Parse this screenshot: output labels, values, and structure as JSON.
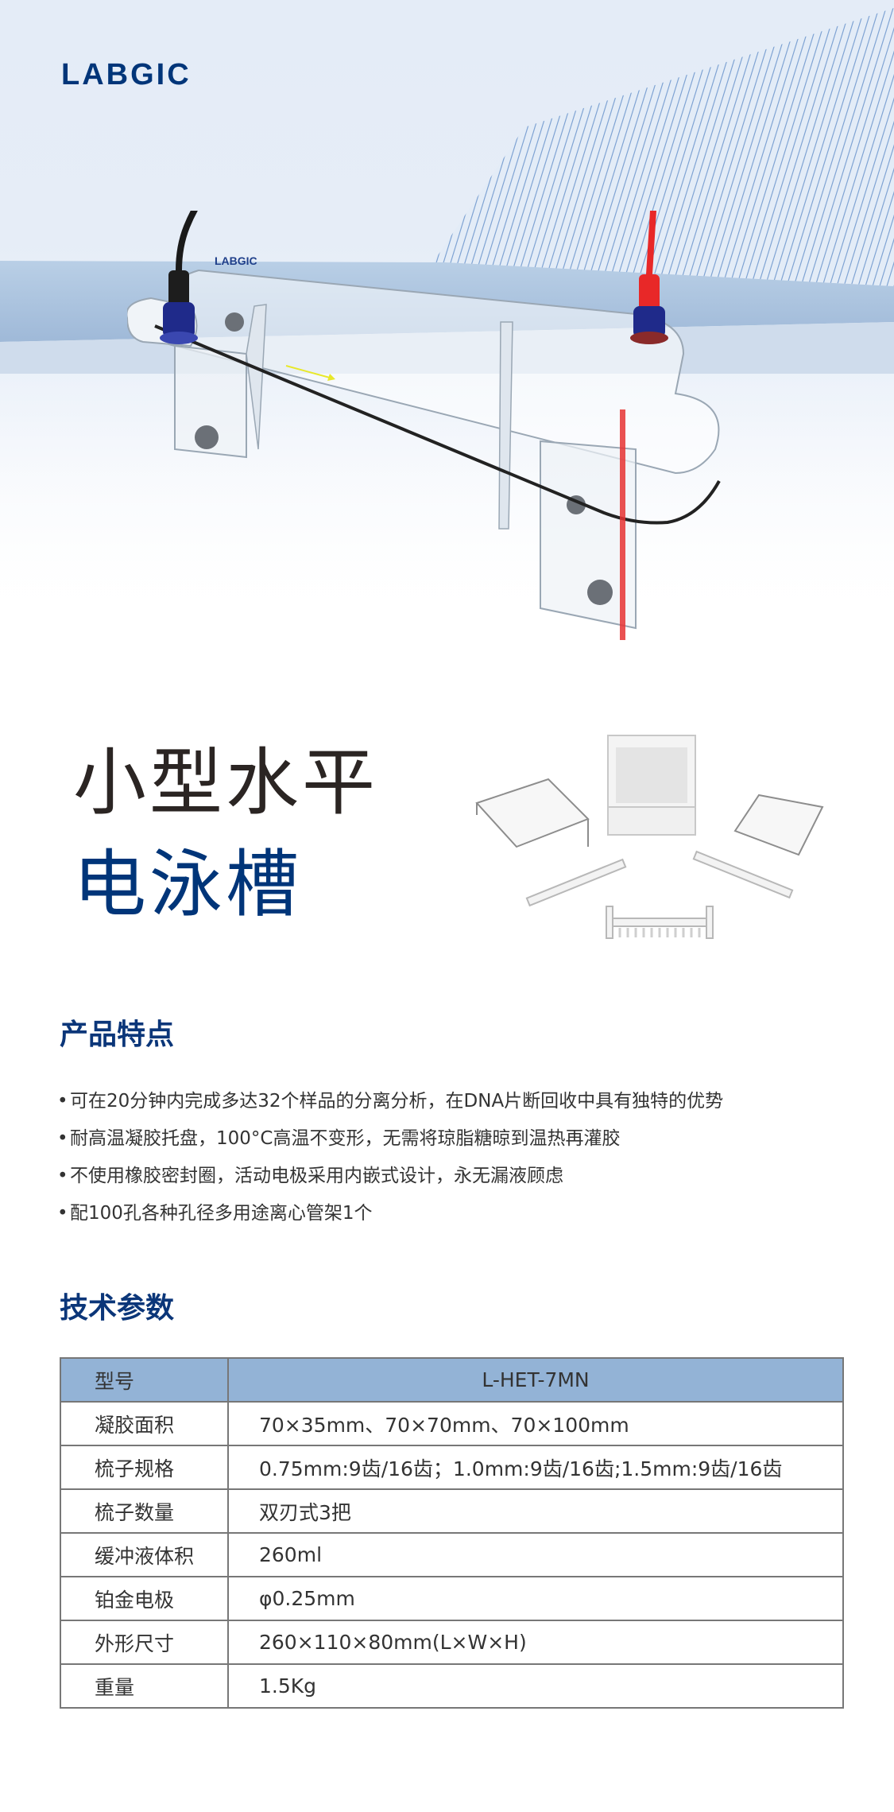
{
  "brand": {
    "logo_text": "LABGIC",
    "color": "#003579"
  },
  "hero": {
    "product_image_alt": "horizontal electrophoresis tank with black and red electrode leads",
    "product_logo_text": "LABGIC"
  },
  "title": {
    "line1": "小型水平",
    "line2": "电泳槽",
    "line1_color": "#2b2523",
    "line2_color": "#003579"
  },
  "accessories": {
    "image_alt": "gel trays, casting tray and combs"
  },
  "features": {
    "heading": "产品特点",
    "bullet": "•",
    "items": [
      "可在20分钟内完成多达32个样品的分离分析，在DNA片断回收中具有独特的优势",
      "耐高温凝胶托盘，100°C高温不变形，无需将琼脂糖晾到温热再灌胶",
      "不使用橡胶密封圈，活动电极采用内嵌式设计，永无漏液顾虑",
      "配100孔各种孔径多用途离心管架1个"
    ]
  },
  "specs": {
    "heading": "技术参数",
    "header": {
      "key": "型号",
      "value": "L-HET-7MN"
    },
    "header_bg": "#93b3d6",
    "rows": [
      {
        "key": "凝胶面积",
        "value": "70×35mm、70×70mm、70×100mm"
      },
      {
        "key": "梳子规格",
        "value": "0.75mm:9齿/16齿；1.0mm:9齿/16齿;1.5mm:9齿/16齿"
      },
      {
        "key": "梳子数量",
        "value": "双刃式3把"
      },
      {
        "key": "缓冲液体积",
        "value": "260ml"
      },
      {
        "key": "铂金电极",
        "value": "φ0.25mm"
      },
      {
        "key": "外形尺寸",
        "value": "260×110×80mm(L×W×H)"
      },
      {
        "key": "重量",
        "value": "1.5Kg"
      }
    ]
  }
}
